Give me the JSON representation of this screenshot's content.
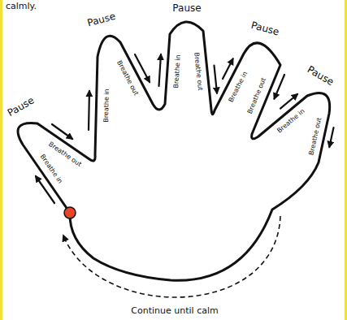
{
  "diagram": {
    "labels": [
      "calmly.",
      "Pause",
      "Breathe in",
      "Breathe out",
      "Pause",
      "Breathe in",
      "Breathe out",
      "Pause",
      "Breathe in",
      "Breathe out",
      "Pause",
      "Breathe in",
      "Breathe out",
      "Pause",
      "Breathe in",
      "Breathe out",
      "Continue until calm"
    ]
  }
}
